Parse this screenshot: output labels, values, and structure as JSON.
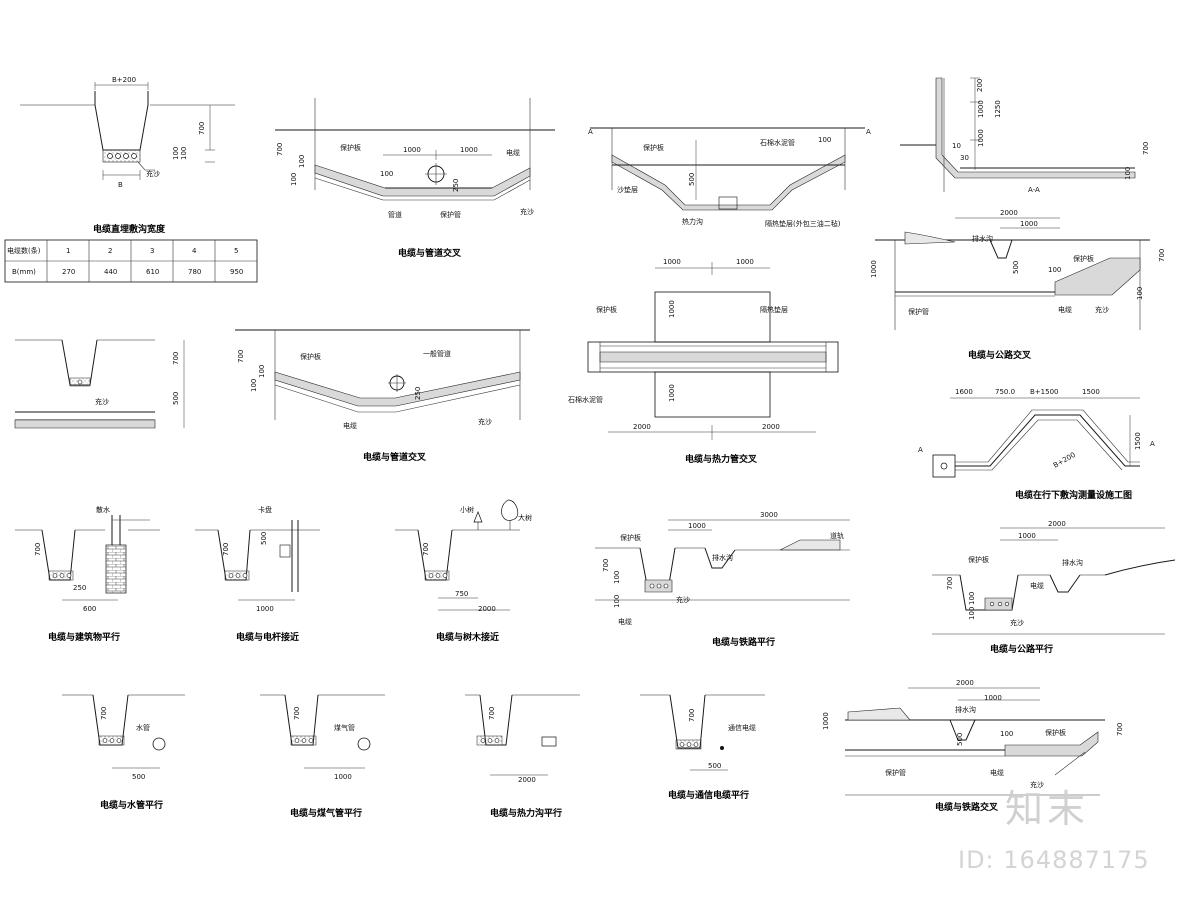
{
  "drawings": {
    "d1": {
      "caption": "电缆直埋敷沟宽度",
      "b_top": "B+200",
      "b": "B",
      "d700": "700",
      "d100a": "100",
      "d100b": "100",
      "sand": "充沙"
    },
    "table": {
      "header_label": "电缆数(条)",
      "row_label": "B(mm)",
      "counts": [
        "1",
        "2",
        "3",
        "4",
        "5"
      ],
      "widths": [
        "270",
        "440",
        "610",
        "780",
        "950"
      ]
    },
    "d2": {
      "caption": "电缆与管道交叉",
      "d1000a": "1000",
      "d1000b": "1000",
      "d700": "700",
      "d100a": "100",
      "d100b": "100",
      "d100c": "100",
      "d250": "250",
      "l_plate": "保护板",
      "l_cable": "电缆",
      "l_pipe": "管道",
      "l_plate2": "保护管",
      "l_sand": "充沙"
    },
    "d3": {
      "left_mark": "A",
      "right_mark": "A",
      "l_plate": "保护板",
      "l_pipe": "石棉水泥管",
      "l_sand": "沙垫层",
      "l_heat": "热力沟",
      "l_insul": "隔热垫层(外包三油二毡)",
      "d500": "500",
      "d100": "100"
    },
    "d4": {
      "aa": "A-A",
      "d200": "200",
      "d1000": "1000",
      "d1250": "1250",
      "d1000b": "1000",
      "d700": "700",
      "d100": "100",
      "d30": "30",
      "d10": "10"
    },
    "d5": {
      "d2000": "2000",
      "d1000": "1000",
      "d700": "700",
      "d1000v": "1000",
      "d500": "500",
      "d100a": "100",
      "d100b": "100",
      "l_ditch": "排水沟",
      "l_plate": "保护板",
      "l_pipe": "保护管",
      "l_cable": "电缆",
      "l_sand": "充沙",
      "caption": "电缆与公路交叉"
    },
    "d6": {
      "d700": "700",
      "d500": "500",
      "sand": "充沙"
    },
    "d7": {
      "caption": "电缆与管道交叉",
      "d700": "700",
      "d100a": "100",
      "d100b": "100",
      "d250": "250",
      "l_plate": "保护板",
      "l_pipe": "一般管道",
      "l_cable": "电缆",
      "l_sand": "充沙"
    },
    "d8": {
      "caption": "电缆与热力管交叉",
      "d1000a": "1000",
      "d1000b": "1000",
      "d1000v": "1000",
      "d1000v2": "1000",
      "d2000a": "2000",
      "d2000b": "2000",
      "l_plate": "保护板",
      "l_insul": "隔热垫层",
      "l_pipe": "石棉水泥管"
    },
    "d9": {
      "caption": "电缆在行下敷沟测量设施工图",
      "d1600": "1600",
      "d750": "750.0",
      "dB": "B+1500",
      "d1500": "1500",
      "d1500v": "1500",
      "dB200": "B+200",
      "mark_a1": "A",
      "mark_a2": "A"
    },
    "d10": {
      "caption": "电缆与建筑物平行",
      "l_water": "散水",
      "d700": "700",
      "d250": "250",
      "d600": "600"
    },
    "d11": {
      "caption": "电缆与电杆接近",
      "l_pole": "卡盘",
      "d700": "700",
      "d500": "500",
      "d1000": "1000"
    },
    "d12": {
      "caption": "电缆与树木接近",
      "l_small": "小树",
      "l_big": "大树",
      "d700": "700",
      "d750": "750",
      "d2000": "2000"
    },
    "d13": {
      "caption": "电缆与铁路平行",
      "d3000": "3000",
      "d1000": "1000",
      "d700": "700",
      "d100a": "100",
      "d100b": "100",
      "l_plate": "保护板",
      "l_ditch": "排水沟",
      "l_rail": "道轨",
      "l_sand": "充沙",
      "l_cable": "电缆"
    },
    "d14": {
      "caption": "电缆与公路平行",
      "d2000": "2000",
      "d1000": "1000",
      "d700": "700",
      "d100a": "100",
      "d100b": "100",
      "l_plate": "保护板",
      "l_ditch": "排水沟",
      "l_cable": "电缆",
      "l_sand": "充沙"
    },
    "d15": {
      "caption": "电缆与水管平行",
      "d700": "700",
      "d500": "500",
      "l_pipe": "水管"
    },
    "d16": {
      "caption": "电缆与煤气管平行",
      "d700": "700",
      "d1000": "1000",
      "l_pipe": "煤气管"
    },
    "d17": {
      "caption": "电缆与热力沟平行",
      "d700": "700",
      "d2000": "2000"
    },
    "d18": {
      "caption": "电缆与通信电缆平行",
      "d700": "700",
      "d500": "500",
      "l_cable": "通信电缆"
    },
    "d19": {
      "caption": "电缆与铁路交叉",
      "d2000": "2000",
      "d1000": "1000",
      "d1000v": "1000",
      "d700": "700",
      "d500": "500",
      "d100": "100",
      "l_ditch": "排水沟",
      "l_plate": "保护板",
      "l_pipe": "保护管",
      "l_cable": "电缆",
      "l_sand": "充沙"
    }
  },
  "watermark": {
    "logo": "知末",
    "id": "ID: 164887175"
  }
}
